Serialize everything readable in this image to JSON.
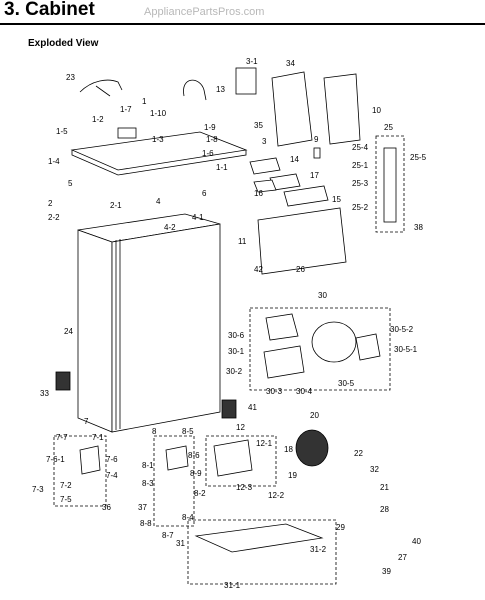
{
  "header": {
    "title": "3.  Cabinet",
    "site": "AppliancePartsPros.com",
    "subtitle": "Exploded View"
  },
  "labels": [
    "1",
    "1-1",
    "1-2",
    "1-3",
    "1-4",
    "1-5",
    "1-6",
    "1-7",
    "1-8",
    "1-9",
    "1-10",
    "2",
    "2-1",
    "2-2",
    "3",
    "3-1",
    "4",
    "4-1",
    "4-2",
    "5",
    "6",
    "7",
    "7-1",
    "7-2",
    "7-3",
    "7-4",
    "7-5",
    "7-6",
    "7-6-1",
    "7-7",
    "8",
    "8-1",
    "8-2",
    "8-3",
    "8-4",
    "8-5",
    "8-6",
    "8-7",
    "8-8",
    "8-9",
    "9",
    "10",
    "11",
    "12",
    "12-1",
    "12-2",
    "12-3",
    "13",
    "14",
    "15",
    "16",
    "17",
    "18",
    "19",
    "20",
    "21",
    "22",
    "23",
    "24",
    "25",
    "25-1",
    "25-2",
    "25-3",
    "25-4",
    "25-5",
    "26",
    "27",
    "28",
    "29",
    "30",
    "30-1",
    "30-2",
    "30-3",
    "30-4",
    "30-5",
    "30-5-1",
    "30-5-2",
    "30-6",
    "31",
    "31-1",
    "31-2",
    "32",
    "33",
    "34",
    "35",
    "36",
    "37",
    "38",
    "39",
    "40",
    "41",
    "42"
  ],
  "colors": {
    "ink": "#000000",
    "watermark": "#b8b8b8",
    "part_fill": "#ffffff",
    "vent_fill": "#333333"
  }
}
